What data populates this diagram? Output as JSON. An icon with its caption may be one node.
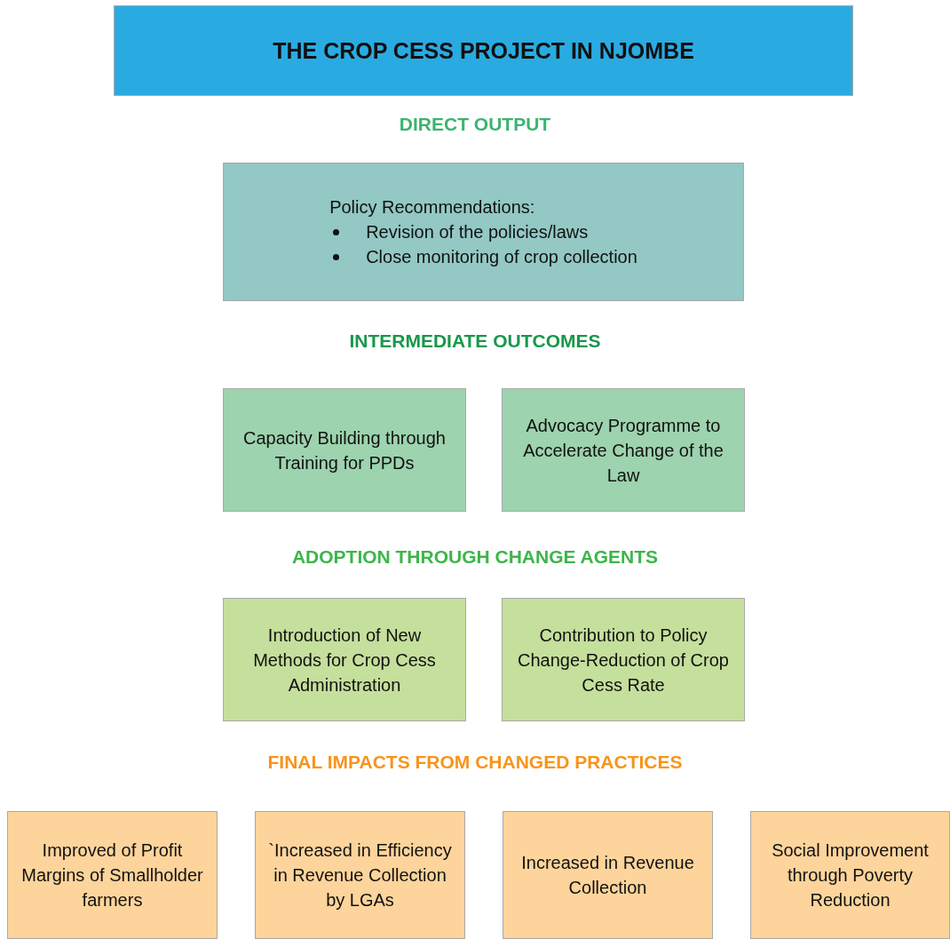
{
  "diagram": {
    "nodes": [
      {
        "text": [
          "THE CROP CESS PROJECT IN NJOMBE"
        ]
      },
      {
        "text": [
          "Policy Recommendations:",
          "Revision of the policies/laws",
          "Close monitoring of crop collection"
        ]
      },
      {
        "text": [
          "Capacity Building through Training for PPDs"
        ]
      },
      {
        "text": [
          "Advocacy Programme to Accelerate Change of the Law"
        ]
      },
      {
        "text": [
          "Introduction of New Methods for Crop Cess Administration"
        ]
      },
      {
        "text": [
          "Contribution to Policy Change-Reduction of Crop Cess Rate"
        ]
      },
      {
        "text": [
          "Improved of Profit Margins of Smallholder farmers"
        ]
      },
      {
        "text": [
          "`Increased in Efficiency in Revenue Collection by LGAs"
        ]
      },
      {
        "text": [
          "Increased in Revenue Collection"
        ]
      },
      {
        "text": [
          "Social Improvement through Poverty Reduction"
        ]
      }
    ],
    "labels": [
      "DIRECT OUTPUT",
      "INTERMEDIATE OUTCOMES",
      "ADOPTION THROUGH CHANGE AGENTS",
      "FINAL IMPACTS FROM CHANGED PRACTICES"
    ]
  }
}
